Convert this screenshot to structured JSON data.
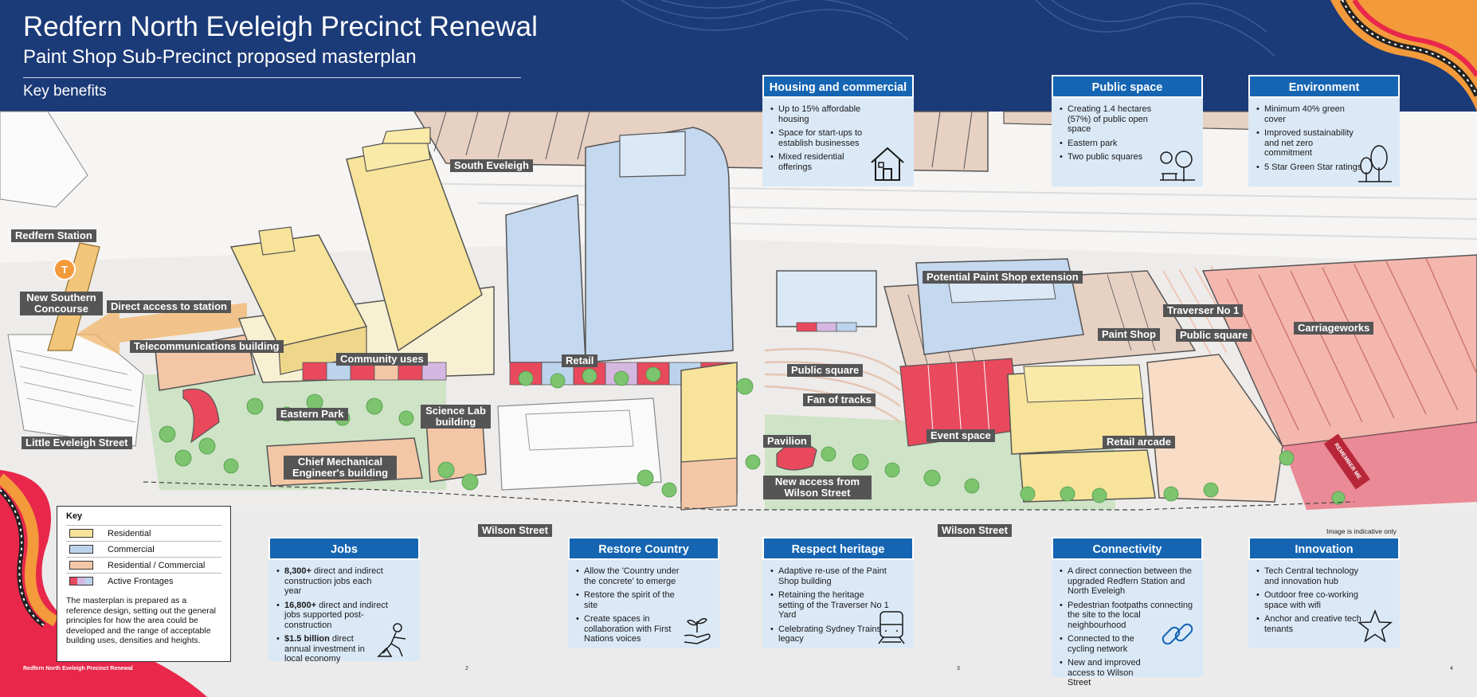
{
  "header": {
    "title": "Redfern North Eveleigh Precinct Renewal",
    "subtitle": "Paint Shop Sub-Precinct proposed masterplan",
    "section": "Key benefits"
  },
  "colors": {
    "navy": "#1b3a78",
    "card_blue": "#1565b3",
    "card_bg": "#dbe9f7",
    "residential": "#f7e39a",
    "commercial": "#bcd3ec",
    "residential_commercial": "#f3c7a6",
    "active_frontage": "#e8495d",
    "label_grey": "#555556"
  },
  "cards": [
    {
      "title": "Housing and commercial",
      "icon": "house-icon",
      "items": [
        "Up to 15% affordable housing",
        "Space for start-ups to establish businesses",
        "Mixed residential offerings"
      ]
    },
    {
      "title": "Public space",
      "icon": "park-bench-icon",
      "items": [
        "Creating 1.4 hectares (57%) of public open space",
        "Eastern park",
        "Two public squares"
      ]
    },
    {
      "title": "Environment",
      "icon": "trees-icon",
      "items": [
        "Minimum 40% green cover",
        "Improved sustainability and net zero commitment",
        "5 Star Green Star ratings"
      ]
    },
    {
      "title": "Jobs",
      "icon": "worker-icon",
      "items": [
        {
          "bold": "8,300+",
          "text": " direct and indirect construction jobs each year"
        },
        {
          "bold": "16,800+",
          "text": " direct and indirect jobs supported post-construction"
        },
        {
          "bold": "$1.5 billion",
          "text": " direct annual investment in local economy"
        }
      ]
    },
    {
      "title": "Restore Country",
      "icon": "seedling-hand-icon",
      "items": [
        "Allow the 'Country under the concrete' to emerge",
        "Restore the spirit of the site",
        "Create spaces in collaboration with First Nations voices"
      ]
    },
    {
      "title": "Respect heritage",
      "icon": "train-icon",
      "items": [
        "Adaptive re-use of the Paint Shop building",
        "Retaining the heritage setting of the Traverser No 1 Yard",
        "Celebrating Sydney Trains legacy"
      ]
    },
    {
      "title": "Connectivity",
      "icon": "link-icon",
      "items": [
        "A direct connection between the upgraded Redfern Station and North Eveleigh",
        "Pedestrian footpaths connecting the site to the local neighbourhood",
        "Connected to the cycling network",
        "New and improved access to Wilson Street"
      ]
    },
    {
      "title": "Innovation",
      "icon": "star-icon",
      "items": [
        "Tech Central technology and innovation hub",
        "Outdoor free co-working space with wifi",
        "Anchor and creative tech tenants"
      ]
    }
  ],
  "map_labels": {
    "redfern_station": "Redfern Station",
    "station_badge": "T",
    "new_southern_concourse": "New Southern Concourse",
    "direct_access": "Direct access to station",
    "south_eveleigh": "South Eveleigh",
    "telecommunications": "Telecommunications building",
    "community_uses": "Community uses",
    "retail": "Retail",
    "eastern_park": "Eastern Park",
    "science_lab": "Science Lab building",
    "little_eveleigh": "Little Eveleigh Street",
    "chief_mechanical": "Chief Mechanical Engineer's building",
    "wilson_street_1": "Wilson Street",
    "wilson_street_2": "Wilson Street",
    "public_square_1": "Public square",
    "fan_of_tracks": "Fan of tracks",
    "pavilion": "Pavilion",
    "new_access": "New access from Wilson Street",
    "potential_extension": "Potential Paint Shop extension",
    "traverser": "Traverser No 1",
    "paint_shop": "Paint Shop",
    "public_square_2": "Public square",
    "carriageworks": "Carriageworks",
    "event_space": "Event space",
    "retail_arcade": "Retail arcade",
    "remember_me": "REMEMBER ME"
  },
  "legend": {
    "title": "Key",
    "items": [
      {
        "label": "Residential",
        "color": "#f7e39a"
      },
      {
        "label": "Commercial",
        "color": "#bcd3ec"
      },
      {
        "label": "Residential / Commercial",
        "color": "#f3c7a6"
      },
      {
        "label": "Active Frontages",
        "color": "#e8495d"
      }
    ],
    "note": "The masterplan is prepared as a reference design, setting out the general principles for how the area could be developed and the range of acceptable building uses, densities and heights."
  },
  "footer": {
    "left": "Redfern North Eveleigh Precinct Renewal",
    "pages": [
      "2",
      "3",
      "4"
    ],
    "indicative": "Image is indicative only"
  }
}
